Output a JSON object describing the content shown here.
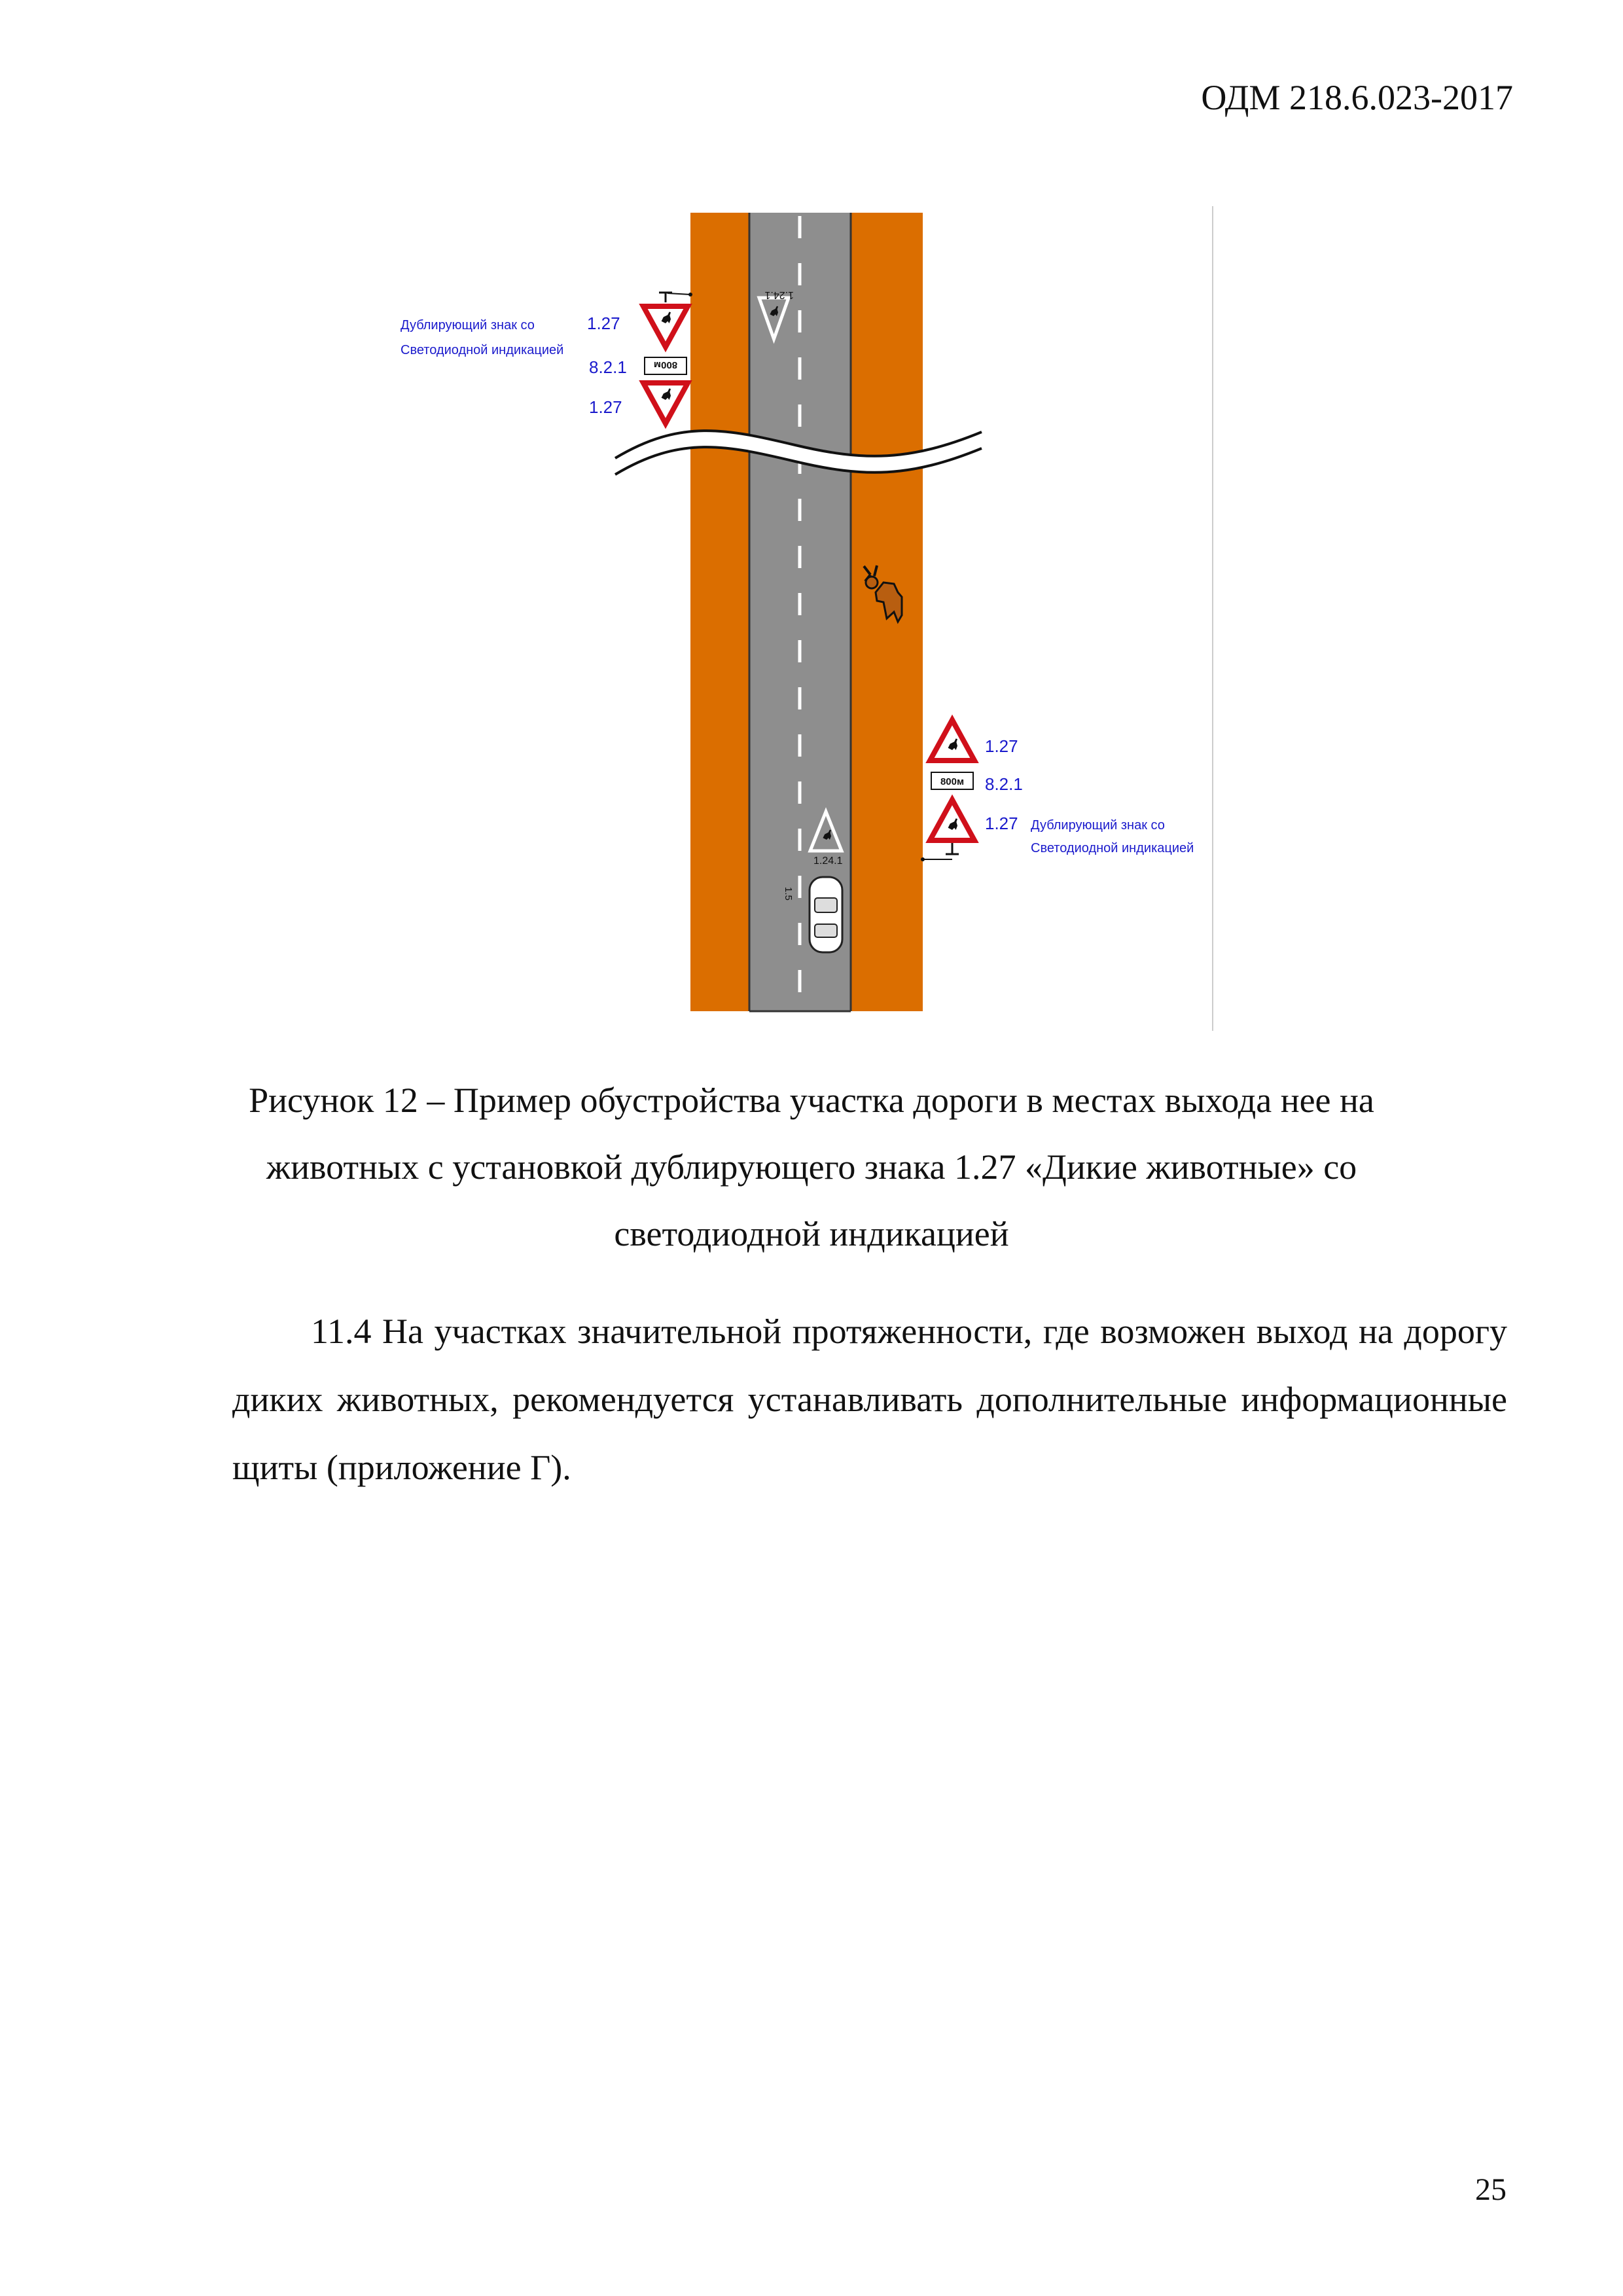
{
  "header": {
    "doc_code": "ОДМ 218.6.023-2017"
  },
  "figure": {
    "top_group": {
      "note_line1": "Дублирующий знак со",
      "note_line2": "Светодиодной индикацией",
      "sign_a_code": "1.27",
      "plate_code": "8.2.1",
      "plate_text": "800м",
      "sign_b_code": "1.27"
    },
    "bottom_group": {
      "sign_a_code": "1.27",
      "plate_code": "8.2.1",
      "plate_text": "800м",
      "sign_b_code": "1.27",
      "note_line1": "Дублирующий знак со",
      "note_line2": "Светодиодной индикацией"
    },
    "road_marking_top": "1.24.1",
    "road_marking_bottom": "1.24.1",
    "lane_marking_label": "1.5",
    "colors": {
      "verge": "#DB6E00",
      "asphalt": "#8E8E8E",
      "label_blue": "#1A1ACC",
      "sign_red": "#D0101A"
    }
  },
  "caption": {
    "line1": "Рисунок 12 – Пример обустройства участка дороги  в местах выхода нее на",
    "line2": "животных с установкой дублирующего знака 1.27 «Дикие животные» со",
    "line3": "светодиодной индикацией"
  },
  "paragraph": {
    "text": "11.4 На участках значительной протяженности, где возможен выход на дорогу диких животных, рекомендуется устанавливать дополнительные информационные щиты (приложение Г)."
  },
  "page_number": "25"
}
